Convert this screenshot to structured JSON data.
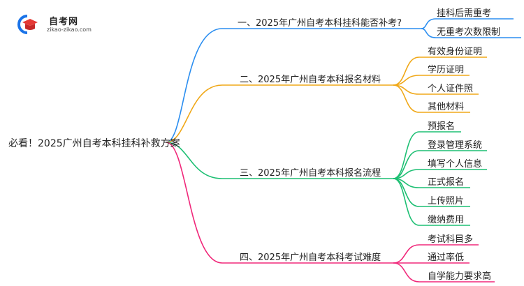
{
  "logo": {
    "title": "自考网",
    "url": "zikao-zikao.com",
    "icon": "graduation-cap-icon",
    "colors": {
      "ring": "#1a73e8",
      "cap": "#e53935"
    }
  },
  "root": {
    "label": "必看！2025广州自考本科挂科补救方案"
  },
  "branches": [
    {
      "label": "一、2025年广州自考本科挂科能否补考?",
      "color": "#2b8ef0",
      "leaves": [
        "挂科后需重考",
        "无重考次数限制"
      ]
    },
    {
      "label": "二、2025年广州自考本科报名材料",
      "color": "#f0a818",
      "leaves": [
        "有效身份证明",
        "学历证明",
        "个人证件照",
        "其他材料"
      ]
    },
    {
      "label": "三、2025年广州自考本科报名流程",
      "color": "#1dbf73",
      "leaves": [
        "预报名",
        "登录管理系统",
        "填写个人信息",
        "正式报名",
        "上传照片",
        "缴纳费用"
      ]
    },
    {
      "label": "四、2025年广州自考本科考试难度",
      "color": "#f0287a",
      "leaves": [
        "考试科目多",
        "通过率低",
        "自学能力要求高"
      ]
    }
  ]
}
